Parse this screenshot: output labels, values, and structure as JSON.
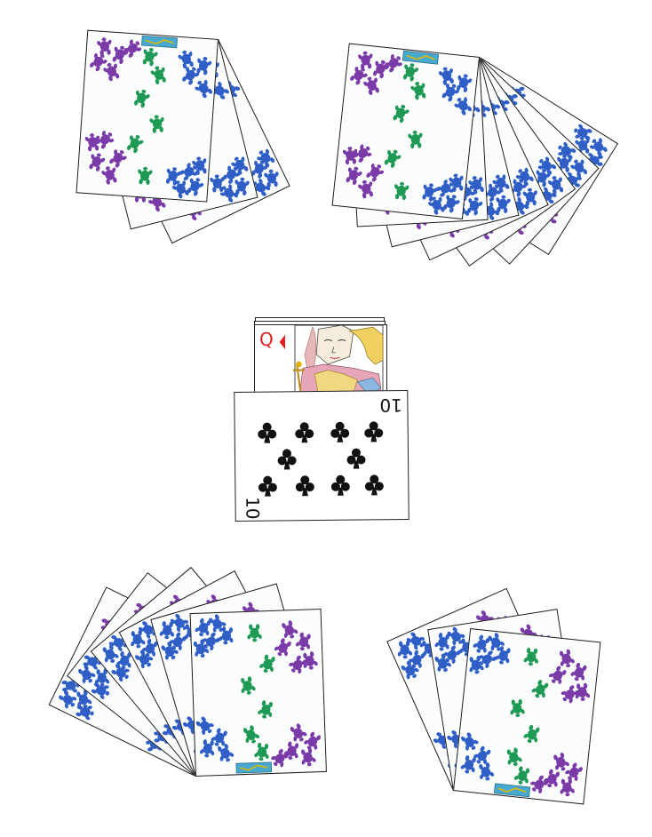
{
  "colors": {
    "green": "#1f9a55",
    "blue": "#2f5fc6",
    "purple": "#7a3aa8",
    "stamp": "#47a9cf",
    "diamond": "#e02020",
    "club": "#111111"
  },
  "hands": [
    {
      "name": "top-left-hand",
      "cards": 3
    },
    {
      "name": "top-right-hand",
      "cards": 7
    },
    {
      "name": "bottom-left-hand",
      "cards": 6
    },
    {
      "name": "bottom-right-hand",
      "cards": 3
    }
  ],
  "center": {
    "under_card": {
      "rank": "Q",
      "suit": "diamonds",
      "suit_symbol": "♦"
    },
    "top_card": {
      "rank": "10",
      "suit": "clubs",
      "suit_symbol": "♣"
    }
  }
}
